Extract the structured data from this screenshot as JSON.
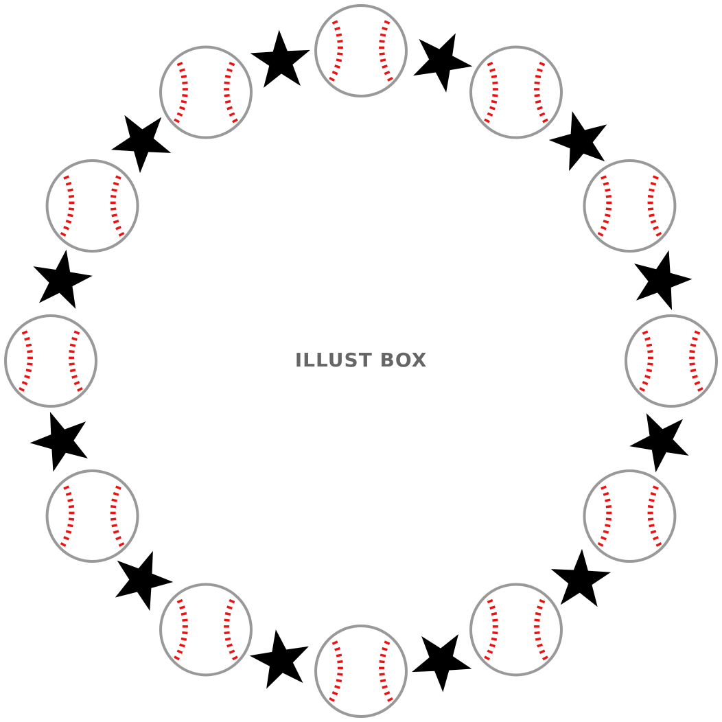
{
  "watermark": "ILLUST BOX",
  "ring": {
    "baseball_count": 12,
    "star_count": 12
  },
  "colors": {
    "ball_outline": "#999999",
    "stitches": "#ee1111",
    "star": "#000000",
    "watermark": "#666666"
  },
  "icons": [
    "baseball-icon",
    "star-icon"
  ]
}
